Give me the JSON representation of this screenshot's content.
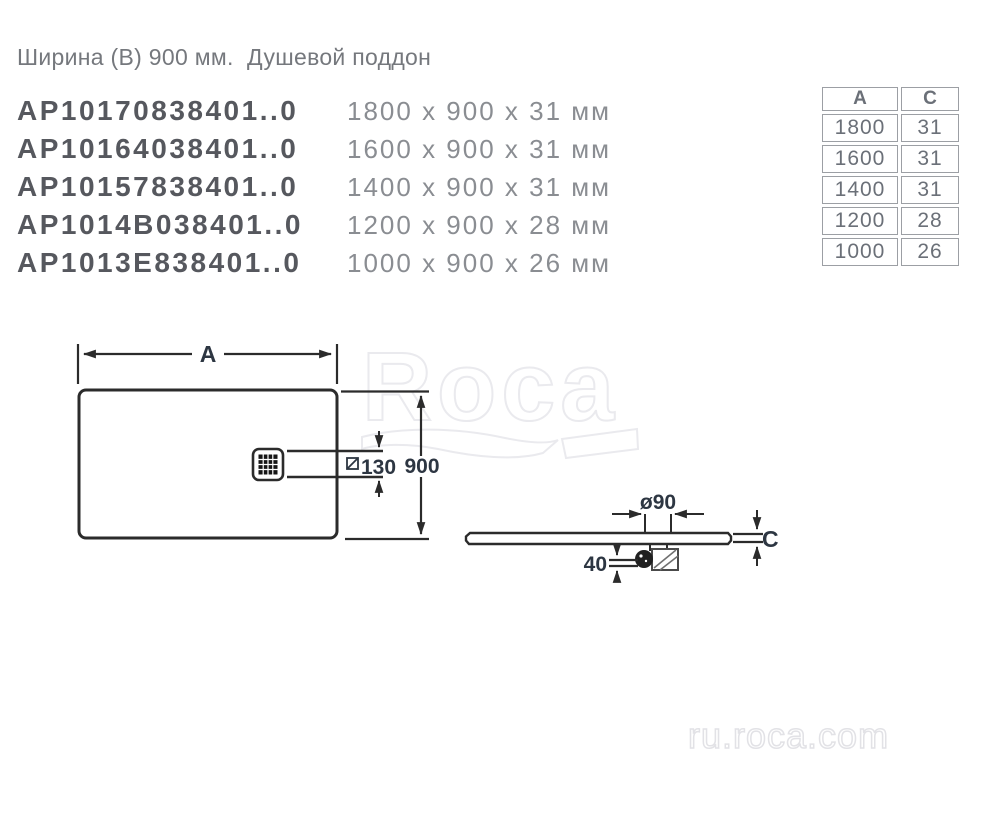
{
  "page": {
    "title": "Ширина (В) 900 мм.  Душевой поддон",
    "watermark": "Roca",
    "site": "ru.roca.com"
  },
  "products": {
    "rows": [
      {
        "code": "AP10170838401..0",
        "dims": "1800 x 900 x 31 мм"
      },
      {
        "code": "AP10164038401..0",
        "dims": "1600 x 900 x 31 мм"
      },
      {
        "code": "AP10157838401..0",
        "dims": "1400 x 900 x 31 мм"
      },
      {
        "code": "AP1014B038401..0",
        "dims": "1200 x 900 x 28 мм"
      },
      {
        "code": "AP1013E838401..0",
        "dims": "1000 x 900 x 26 мм"
      }
    ]
  },
  "spec_table": {
    "col_a": "A",
    "col_c": "C",
    "rows": [
      {
        "a": "1800",
        "c": "31"
      },
      {
        "a": "1600",
        "c": "31"
      },
      {
        "a": "1400",
        "c": "31"
      },
      {
        "a": "1200",
        "c": "28"
      },
      {
        "a": "1000",
        "c": "26"
      }
    ]
  },
  "drawing": {
    "top_view": {
      "width_label": "A",
      "depth_label": "900",
      "drain_size_label": "130"
    },
    "side_view": {
      "drain_diameter_label": "ø90",
      "thickness_label": "C",
      "trap_depth_label": "40"
    }
  }
}
